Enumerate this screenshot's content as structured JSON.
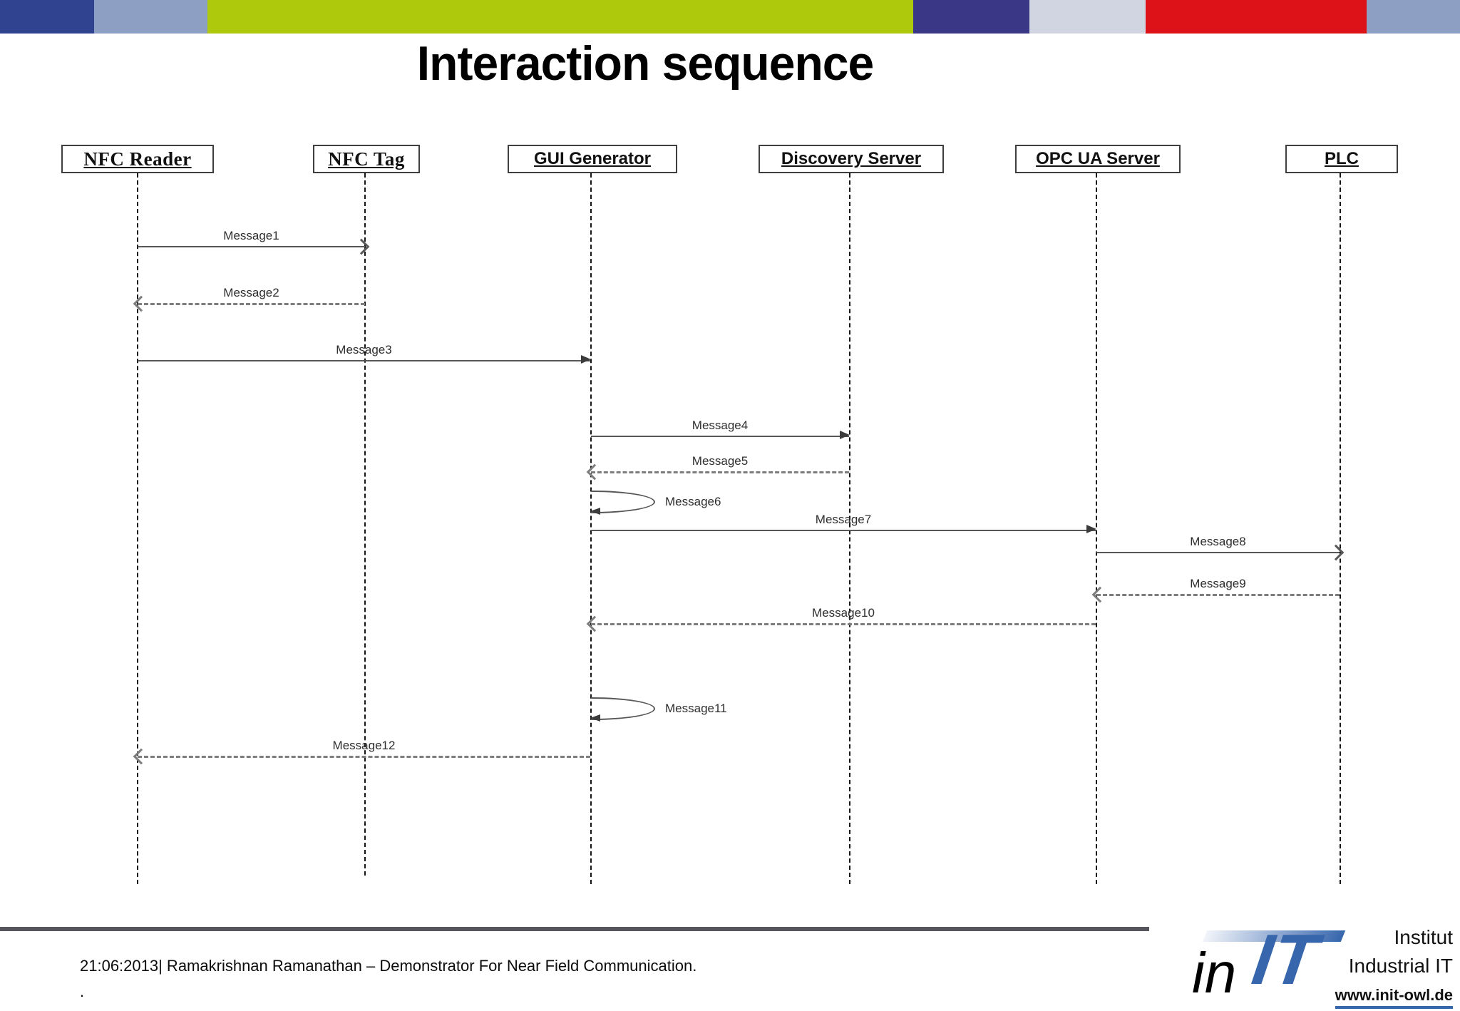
{
  "slide": {
    "title": "Interaction sequence",
    "top_bar_colors": [
      "#2F4391",
      "#8E9FC4",
      "#AEC90B",
      "#3A3787",
      "#D0D5E1",
      "#DC1218",
      "#8E9FC4"
    ]
  },
  "diagram": {
    "type": "sequence-diagram",
    "actors": [
      {
        "label": "NFC Reader"
      },
      {
        "label": "NFC Tag"
      },
      {
        "label": "GUI Generator"
      },
      {
        "label": "Discovery Server"
      },
      {
        "label": "OPC UA Server"
      },
      {
        "label": "PLC"
      }
    ],
    "messages": [
      {
        "label": "Message1",
        "from": "NFC Reader",
        "to": "NFC Tag",
        "line": "solid"
      },
      {
        "label": "Message2",
        "from": "NFC Tag",
        "to": "NFC Reader",
        "line": "dashed"
      },
      {
        "label": "Message3",
        "from": "NFC Reader",
        "to": "GUI Generator",
        "line": "solid"
      },
      {
        "label": "Message4",
        "from": "GUI Generator",
        "to": "Discovery Server",
        "line": "solid"
      },
      {
        "label": "Message5",
        "from": "Discovery Server",
        "to": "GUI Generator",
        "line": "dashed"
      },
      {
        "label": "Message6",
        "from": "GUI Generator",
        "to": "GUI Generator",
        "line": "solid"
      },
      {
        "label": "Message7",
        "from": "GUI Generator",
        "to": "OPC UA Server",
        "line": "solid"
      },
      {
        "label": "Message8",
        "from": "OPC UA Server",
        "to": "PLC",
        "line": "solid"
      },
      {
        "label": "Message9",
        "from": "PLC",
        "to": "OPC UA Server",
        "line": "dashed"
      },
      {
        "label": "Message10",
        "from": "OPC UA Server",
        "to": "GUI Generator",
        "line": "dashed"
      },
      {
        "label": "Message11",
        "from": "GUI Generator",
        "to": "GUI Generator",
        "line": "solid"
      },
      {
        "label": "Message12",
        "from": "GUI Generator",
        "to": "NFC Reader",
        "line": "dashed"
      }
    ]
  },
  "footer": {
    "credit": "21:06:2013| Ramakrishnan Ramanathan – Demonstrator For Near Field Communication.",
    "credit_line2": ".",
    "logo": {
      "word_black": "in",
      "word_blue": "IT",
      "line1": "Institut",
      "line2": "Industrial IT",
      "line3": "www.init-owl.de",
      "blue": "#3766AD"
    }
  }
}
